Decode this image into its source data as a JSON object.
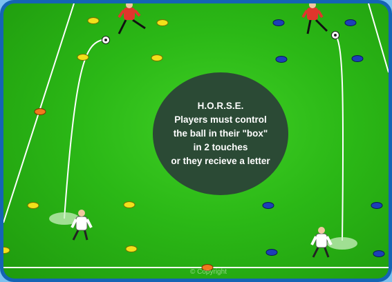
{
  "drill": {
    "title": "H.O.R.S.E.",
    "lines": [
      "Players must control",
      "the ball in their \"box\"",
      "in 2 touches",
      "or they recieve a letter"
    ]
  },
  "watermark": "© Copyright",
  "colors": {
    "grass": "#2bb816",
    "bubble": "#2b4a35",
    "cone_yellow": "#f2e11a",
    "cone_blue": "#1c3fb8",
    "cone_orange": "#f07a1e",
    "player_red": "#e0362c",
    "player_white": "#ffffff",
    "frame": "#1464b4"
  },
  "players": [
    {
      "team": "red",
      "role": "server-left"
    },
    {
      "team": "red",
      "role": "server-right"
    },
    {
      "team": "white",
      "role": "receiver-left"
    },
    {
      "team": "white",
      "role": "receiver-right"
    }
  ]
}
